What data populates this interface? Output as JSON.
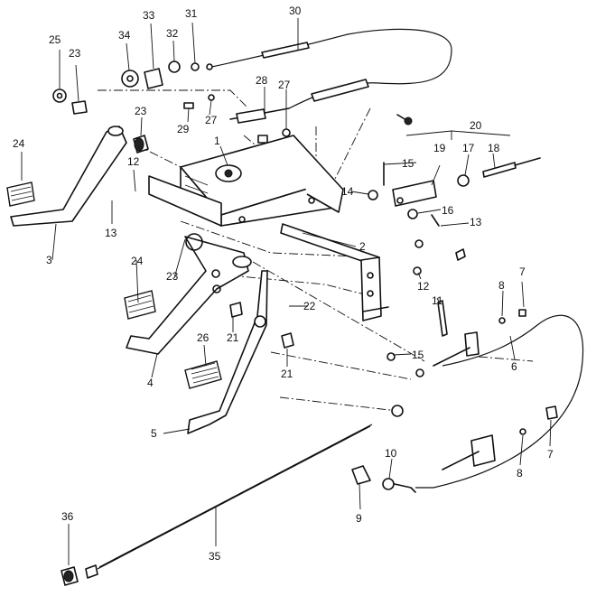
{
  "callouts": {
    "p1": "1",
    "p2": "2",
    "p3": "3",
    "p4": "4",
    "p5": "5",
    "p6": "6",
    "p7a": "7",
    "p7b": "7",
    "p8a": "8",
    "p8b": "8",
    "p9": "9",
    "p10": "10",
    "p11": "11",
    "p12a": "12",
    "p12b": "12",
    "p13a": "13",
    "p13b": "13",
    "p14": "14",
    "p15a": "15",
    "p15b": "15",
    "p16": "16",
    "p17": "17",
    "p18": "18",
    "p19": "19",
    "p20": "20",
    "p21a": "21",
    "p21b": "21",
    "p22": "22",
    "p23a": "23",
    "p23b": "23",
    "p23c": "23",
    "p24a": "24",
    "p24b": "24",
    "p25": "25",
    "p26": "26",
    "p27a": "27",
    "p27b": "27",
    "p28": "28",
    "p29": "29",
    "p30": "30",
    "p31": "31",
    "p32": "32",
    "p33": "33",
    "p34": "34",
    "p35": "35",
    "p36": "36"
  }
}
